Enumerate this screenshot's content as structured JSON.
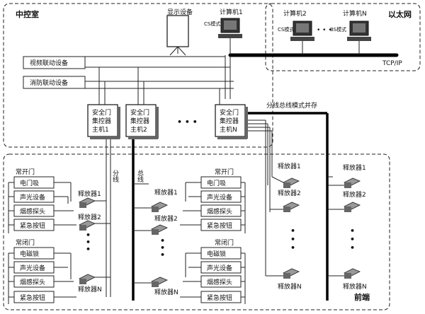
{
  "zones": {
    "control_room": "中控室",
    "ethernet": "以太网",
    "front_end": "前端"
  },
  "devices": {
    "display": "显示设备",
    "pc1": "计算机1",
    "cs_mode": "CS模式",
    "pc2": "计算机2",
    "pcn": "计算机N",
    "bs_mode": "BS模式",
    "tcpip": "TCP/IP",
    "video_link": "视频联动设备",
    "fire_link": "消防联动设备"
  },
  "hosts": [
    {
      "l1": "安全门",
      "l2": "集控器",
      "l3": "主机1"
    },
    {
      "l1": "安全门",
      "l2": "集控器",
      "l3": "主机2"
    },
    {
      "l1": "安全门",
      "l2": "集控器",
      "l3": "主机N"
    }
  ],
  "ellipsis": "• • •",
  "vdots": "•",
  "labels": {
    "branch": "分线",
    "bus": "总线",
    "coexist": "分线总线模式并存"
  },
  "groups": [
    {
      "title": "常开门",
      "items": [
        "电门吸",
        "声光设备",
        "烟感探头",
        "紧急按钮"
      ]
    },
    {
      "title": "常闭门",
      "items": [
        "电磁锁",
        "声光设备",
        "烟感探头",
        "紧急按钮"
      ]
    },
    {
      "title": "常开门",
      "items": [
        "电门吸",
        "声光设备",
        "烟感探头",
        "紧急按钮"
      ]
    },
    {
      "title": "常闭门",
      "items": [
        "电磁锁",
        "声光设备",
        "烟感探头",
        "紧急按钮"
      ]
    }
  ],
  "releasers": {
    "r1": "释放器1",
    "r2": "释放器2",
    "rn": "释放器N"
  }
}
